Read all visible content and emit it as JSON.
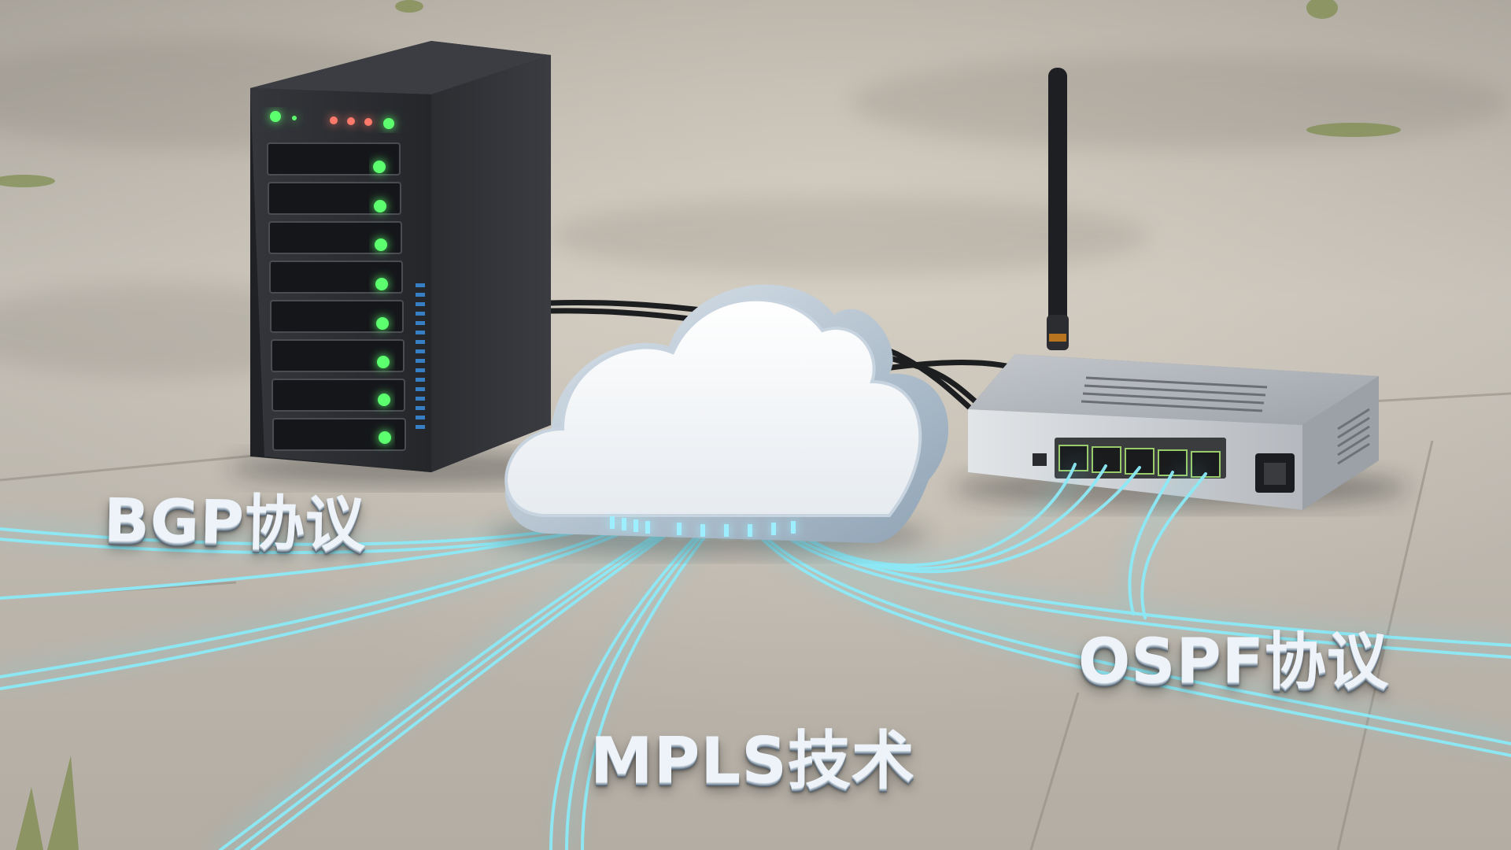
{
  "labels": {
    "bgp": "BGP协议",
    "mpls": "MPLS技术",
    "ospf": "OSPF协议"
  },
  "colors": {
    "pavement": "#bdb7ae",
    "fiber_glow": "#7fe6f5",
    "server_body": "#2a2c30",
    "led_green": "#5cff6e",
    "led_red": "#ff7a6a",
    "cloud": "#f4f6f8",
    "router_body": "#c9ccd0"
  },
  "icons": {
    "server": "server-tower-icon",
    "cloud": "cloud-icon",
    "router": "router-icon"
  }
}
